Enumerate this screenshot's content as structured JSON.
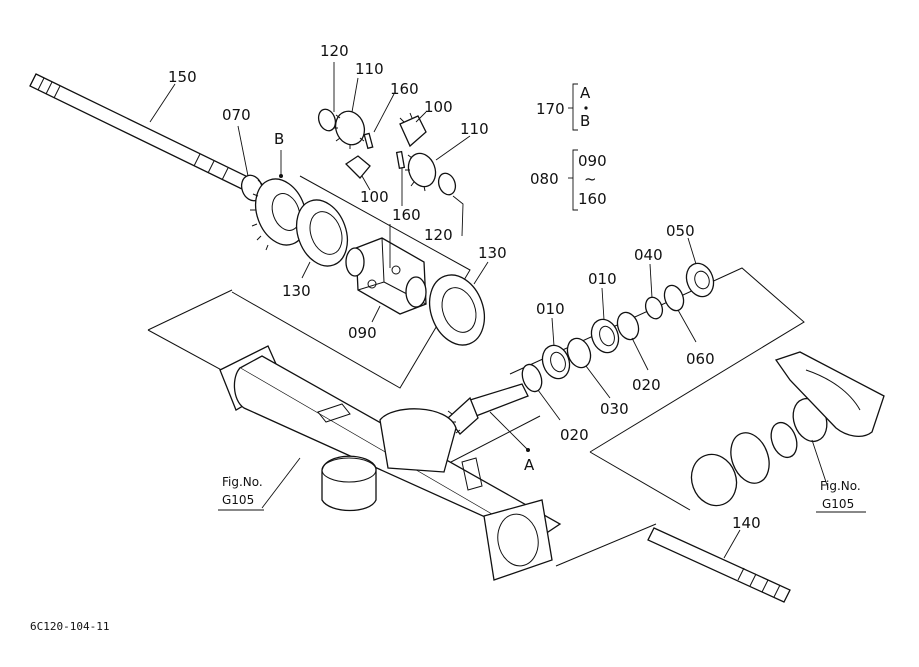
{
  "labels": {
    "p150": "150",
    "p070": "070",
    "pB": "B",
    "p120a": "120",
    "p110a": "110",
    "p160a": "160",
    "p100a": "100",
    "p110b": "110",
    "p100b": "100",
    "p160b": "160",
    "p120b": "120",
    "p130a": "130",
    "p130b": "130",
    "p090": "090",
    "p170": "170",
    "g170a": "A",
    "g170b": "B",
    "p080": "080",
    "g080a": "090",
    "g080tilde": "~",
    "g080b": "160",
    "p050": "050",
    "p040": "040",
    "p010a": "010",
    "p010b": "010",
    "p020a": "020",
    "p020b": "020",
    "p030": "030",
    "p060": "060",
    "pA": "A",
    "p140": "140"
  },
  "refs": {
    "left_line1": "Fig.No.",
    "left_line2": "G105",
    "right_line1": "Fig.No.",
    "right_line2": "G105"
  },
  "footer": {
    "code": "6C120-104-11"
  },
  "colors": {
    "ink": "#111111",
    "paper": "#ffffff"
  }
}
